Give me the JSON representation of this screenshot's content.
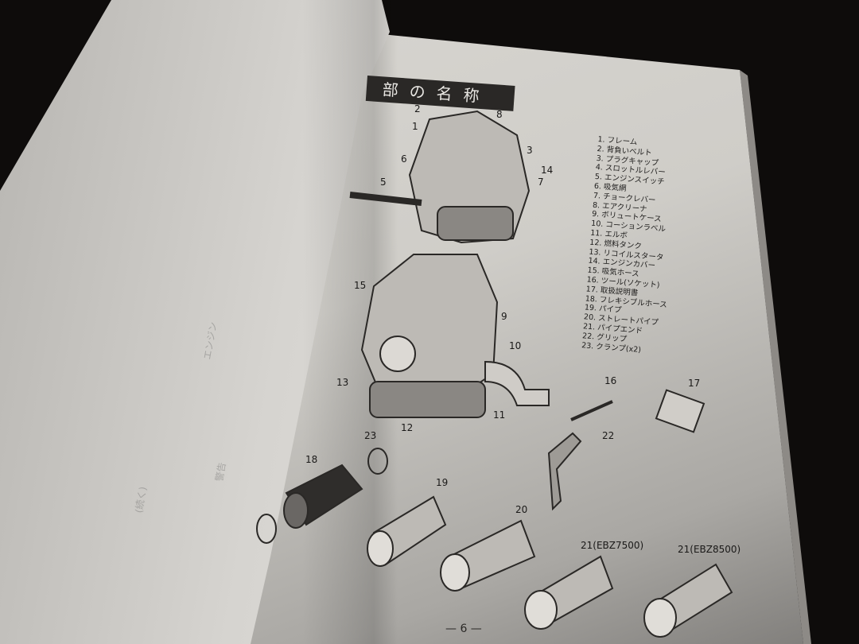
{
  "section_title": "部の名称",
  "parts_list": [
    "1. フレーム",
    "2. 背負いベルト",
    "3. プラグキャップ",
    "4. スロットルレバー",
    "5. エンジンスイッチ",
    "6. 吸気網",
    "7. チョークレバー",
    "8. エアクリーナ",
    "9. ボリュートケース",
    "10. コーションラベル",
    "11. エルボ",
    "12. 燃料タンク",
    "13. リコイルスタータ",
    "14. エンジンカバー",
    "15. 吸気ホース",
    "16. ツール(ソケット)",
    "17. 取扱説明書",
    "18. フレキシブルホース",
    "19. パイプ",
    "20. ストレートパイプ",
    "21. パイプエンド",
    "22. グリップ",
    "23. クランプ(x2)"
  ],
  "callouts": {
    "c1": "1",
    "c2": "2",
    "c3": "3",
    "c5": "5",
    "c6": "6",
    "c7": "7",
    "c8": "8",
    "c9": "9",
    "c10": "10",
    "c11": "11",
    "c12": "12",
    "c13": "13",
    "c14": "14",
    "c15": "15",
    "c16": "16",
    "c17": "17",
    "c18": "18",
    "c19": "19",
    "c20": "20",
    "c21a": "21(EBZ7500)",
    "c21b": "21(EBZ8500)",
    "c22": "22",
    "c23": "23"
  },
  "page_number": "— 6 —",
  "left_page_ghost": [
    "警告",
    "エンジン",
    "(続く)"
  ]
}
